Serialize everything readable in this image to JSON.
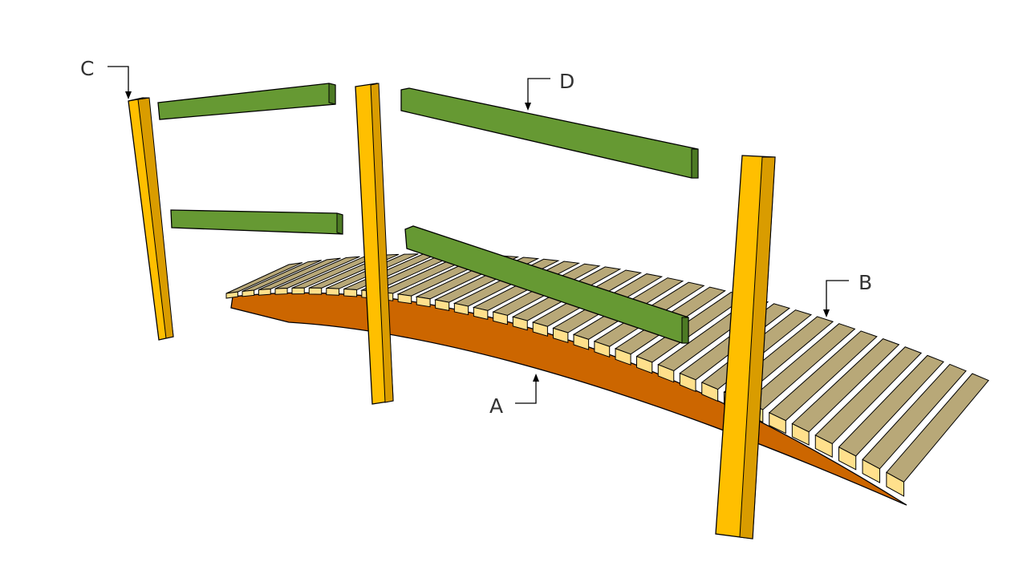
{
  "labels": {
    "a": "A",
    "b": "B",
    "c": "C",
    "d": "D"
  },
  "colors": {
    "stringer": "#cc6600",
    "decking": "#b8a878",
    "decking_edge": "#ffe08c",
    "post": "#ffbf00",
    "post_side": "#d99c00",
    "rail": "#669933",
    "rail_side": "#4d7a24"
  }
}
